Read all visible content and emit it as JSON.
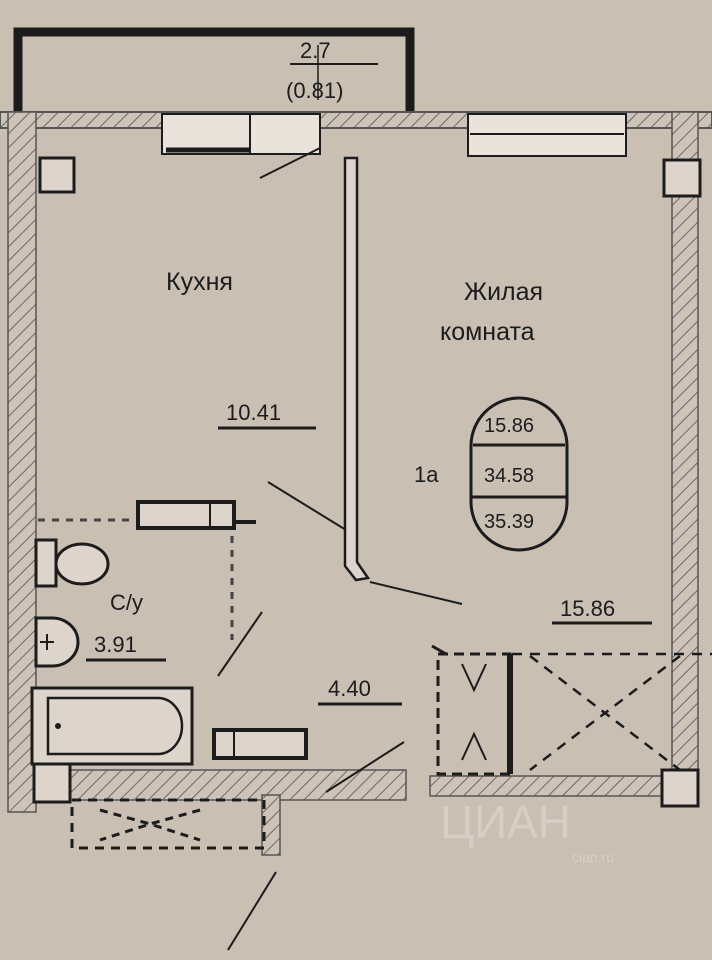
{
  "balcony": {
    "area": "2.7",
    "area_coef": "(0.81)"
  },
  "rooms": {
    "kitchen": {
      "name": "Кухня",
      "area": "10.41"
    },
    "living": {
      "name_line1": "Жилая",
      "name_line2": "комната",
      "area": "15.86"
    },
    "bathroom": {
      "name": "С/у",
      "area": "3.91"
    },
    "hall": {
      "area": "4.40"
    }
  },
  "apartment": {
    "type": "1а",
    "living_area": "15.86",
    "total_area": "34.58",
    "total_area_with_balcony": "35.39"
  },
  "watermark": {
    "brand": "ЦИАН",
    "site": "cian.ru"
  },
  "colors": {
    "paper": "#c9bfb3",
    "ink": "#1c1c1c",
    "wall_hatch": "#777067"
  }
}
